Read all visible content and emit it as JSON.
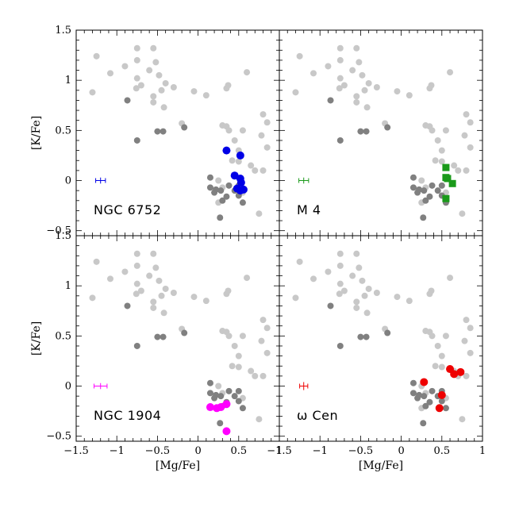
{
  "chart_data": {
    "type": "scatter",
    "layout": "2x2 grid, shared axes",
    "xlabel": "[Mg/Fe]",
    "ylabel": "[K/Fe]",
    "xlim": [
      -1.5,
      1.0
    ],
    "ylim": [
      -0.55,
      1.5
    ],
    "xticks": [
      -1.5,
      -1,
      -0.5,
      0,
      0.5,
      1
    ],
    "yticks": [
      -0.5,
      0,
      0.5,
      1,
      1.5
    ],
    "xtick_labels": [
      "−1.5",
      "−1",
      "−0.5",
      "0",
      "0.5",
      "1"
    ],
    "ytick_labels": [
      "−0.5",
      "0",
      "0.5",
      "1",
      "1.5"
    ],
    "grid": false,
    "colors": {
      "background_light": "#c8c8c8",
      "background_dark": "#808080"
    },
    "background_light_points": [
      [
        -1.3,
        0.88
      ],
      [
        -1.25,
        1.24
      ],
      [
        -1.08,
        1.07
      ],
      [
        -0.9,
        1.14
      ],
      [
        -0.75,
        1.32
      ],
      [
        -0.75,
        1.2
      ],
      [
        -0.75,
        1.02
      ],
      [
        -0.76,
        0.92
      ],
      [
        -0.7,
        0.95
      ],
      [
        -0.6,
        1.1
      ],
      [
        -0.55,
        1.32
      ],
      [
        -0.52,
        1.18
      ],
      [
        -0.48,
        1.05
      ],
      [
        -0.45,
        0.9
      ],
      [
        -0.55,
        0.84
      ],
      [
        -0.55,
        0.78
      ],
      [
        -0.42,
        0.73
      ],
      [
        -0.4,
        0.97
      ],
      [
        -0.3,
        0.93
      ],
      [
        -0.2,
        0.57
      ],
      [
        -0.05,
        0.89
      ],
      [
        0.1,
        0.85
      ],
      [
        0.3,
        0.55
      ],
      [
        0.35,
        0.54
      ],
      [
        0.38,
        0.5
      ],
      [
        0.35,
        0.92
      ],
      [
        0.37,
        0.95
      ],
      [
        0.45,
        0.4
      ],
      [
        0.5,
        0.3
      ],
      [
        0.5,
        0.19
      ],
      [
        0.42,
        0.2
      ],
      [
        0.55,
        0.5
      ],
      [
        0.6,
        1.08
      ],
      [
        0.65,
        0.15
      ],
      [
        0.7,
        0.1
      ],
      [
        0.8,
        0.66
      ],
      [
        0.78,
        0.45
      ],
      [
        0.85,
        0.58
      ],
      [
        0.85,
        0.33
      ],
      [
        0.8,
        0.1
      ],
      [
        0.75,
        -0.33
      ],
      [
        0.25,
        -0.22
      ],
      [
        0.25,
        0.0
      ],
      [
        0.3,
        -0.07
      ],
      [
        0.55,
        -0.12
      ]
    ],
    "background_dark_points": [
      [
        -0.87,
        0.8
      ],
      [
        -0.75,
        0.4
      ],
      [
        -0.5,
        0.49
      ],
      [
        -0.43,
        0.49
      ],
      [
        -0.17,
        0.53
      ],
      [
        0.15,
        0.03
      ],
      [
        0.15,
        -0.07
      ],
      [
        0.2,
        -0.12
      ],
      [
        0.22,
        -0.09
      ],
      [
        0.28,
        -0.1
      ],
      [
        0.3,
        -0.2
      ],
      [
        0.35,
        -0.16
      ],
      [
        0.38,
        -0.05
      ],
      [
        0.45,
        -0.1
      ],
      [
        0.5,
        -0.05
      ],
      [
        0.5,
        -0.15
      ],
      [
        0.55,
        -0.22
      ],
      [
        0.27,
        -0.37
      ]
    ],
    "panels": [
      {
        "label": "NGC 6752",
        "color": "#0000e6",
        "marker": "circle",
        "error_bar": {
          "x": -1.2,
          "y": 0.0,
          "xerr": 0.06,
          "yerr": 0.03
        },
        "points": [
          [
            0.35,
            0.3
          ],
          [
            0.52,
            0.25
          ],
          [
            0.45,
            0.05
          ],
          [
            0.52,
            0.02
          ],
          [
            0.53,
            -0.02
          ],
          [
            0.48,
            -0.08
          ],
          [
            0.52,
            -0.1
          ],
          [
            0.56,
            -0.09
          ]
        ]
      },
      {
        "label": "M 4",
        "color": "#1a9a1a",
        "marker": "square",
        "error_bar": {
          "x": -1.2,
          "y": 0.0,
          "xerr": 0.06,
          "yerr": 0.03
        },
        "points": [
          [
            0.55,
            0.13
          ],
          [
            0.55,
            0.03
          ],
          [
            0.57,
            0.02
          ],
          [
            0.63,
            -0.03
          ],
          [
            0.55,
            -0.18
          ]
        ]
      },
      {
        "label": "NGC 1904",
        "color": "#ff00ff",
        "marker": "circle",
        "error_bar": {
          "x": -1.2,
          "y": 0.0,
          "xerr": 0.08,
          "yerr": 0.03
        },
        "points": [
          [
            0.15,
            -0.21
          ],
          [
            0.23,
            -0.22
          ],
          [
            0.28,
            -0.21
          ],
          [
            0.35,
            -0.18
          ],
          [
            0.35,
            -0.45
          ]
        ]
      },
      {
        "label": "ω Cen",
        "color": "#ee0000",
        "marker": "circle",
        "error_bar": {
          "x": -1.2,
          "y": 0.0,
          "xerr": 0.05,
          "yerr": 0.04
        },
        "points": [
          [
            0.28,
            0.04
          ],
          [
            0.6,
            0.17
          ],
          [
            0.65,
            0.12
          ],
          [
            0.73,
            0.14
          ],
          [
            0.5,
            -0.09
          ],
          [
            0.47,
            -0.22
          ]
        ]
      }
    ]
  }
}
